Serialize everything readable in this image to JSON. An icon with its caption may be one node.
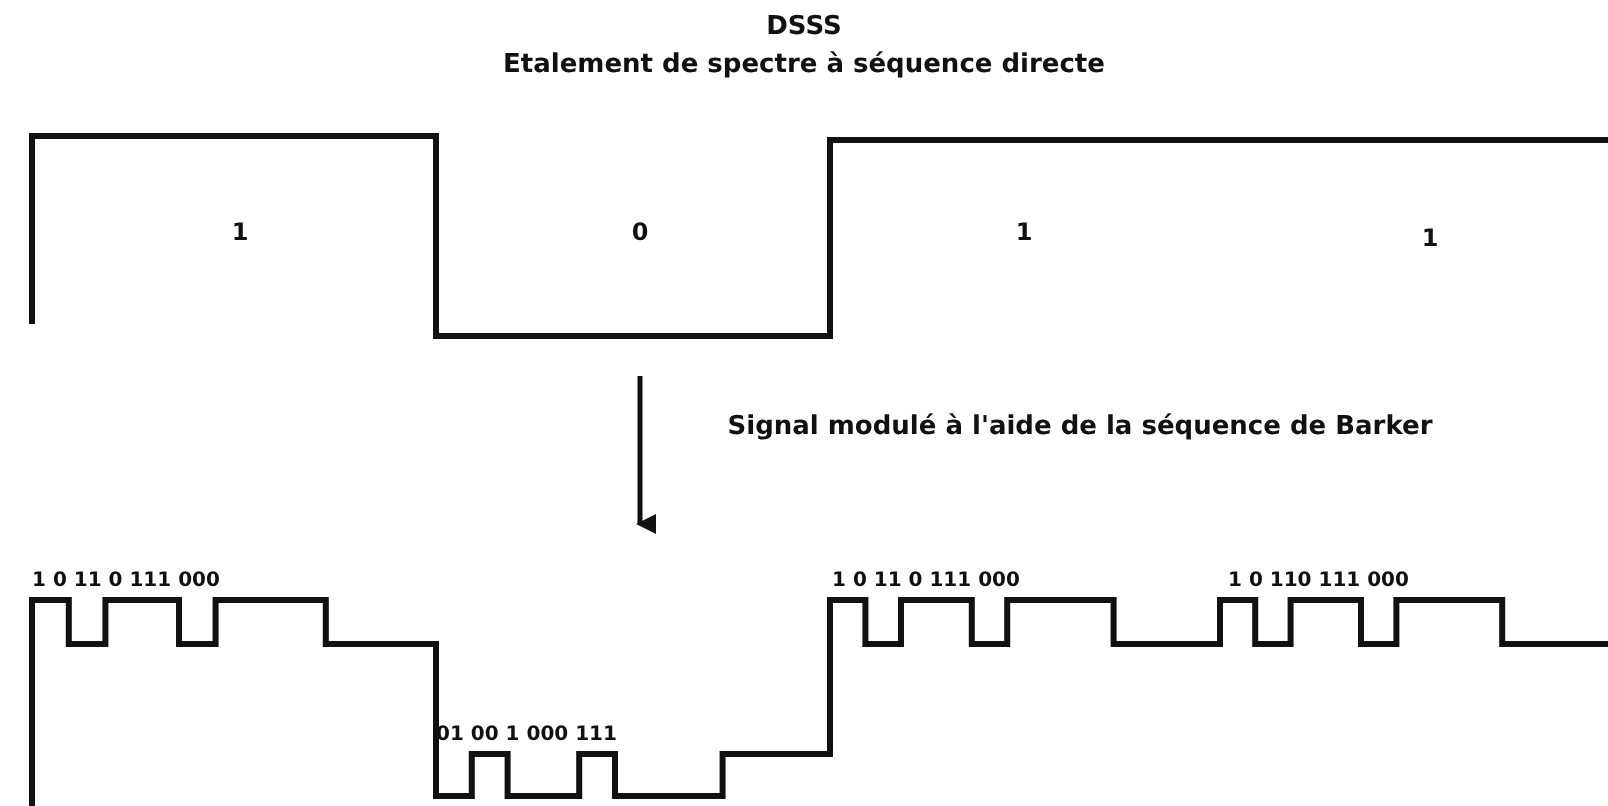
{
  "diagram": {
    "title": "DSSS",
    "labels": [
      "Etalement de spectre à séquence directe",
      "1",
      "0",
      "1",
      "1",
      "Signal modulé à l'aide de la séquence de Barker",
      "1 0 11 0 111 000",
      "01 00 1 000 111",
      "1 0 11 0 111 000",
      "1 0 110 111 000"
    ]
  }
}
